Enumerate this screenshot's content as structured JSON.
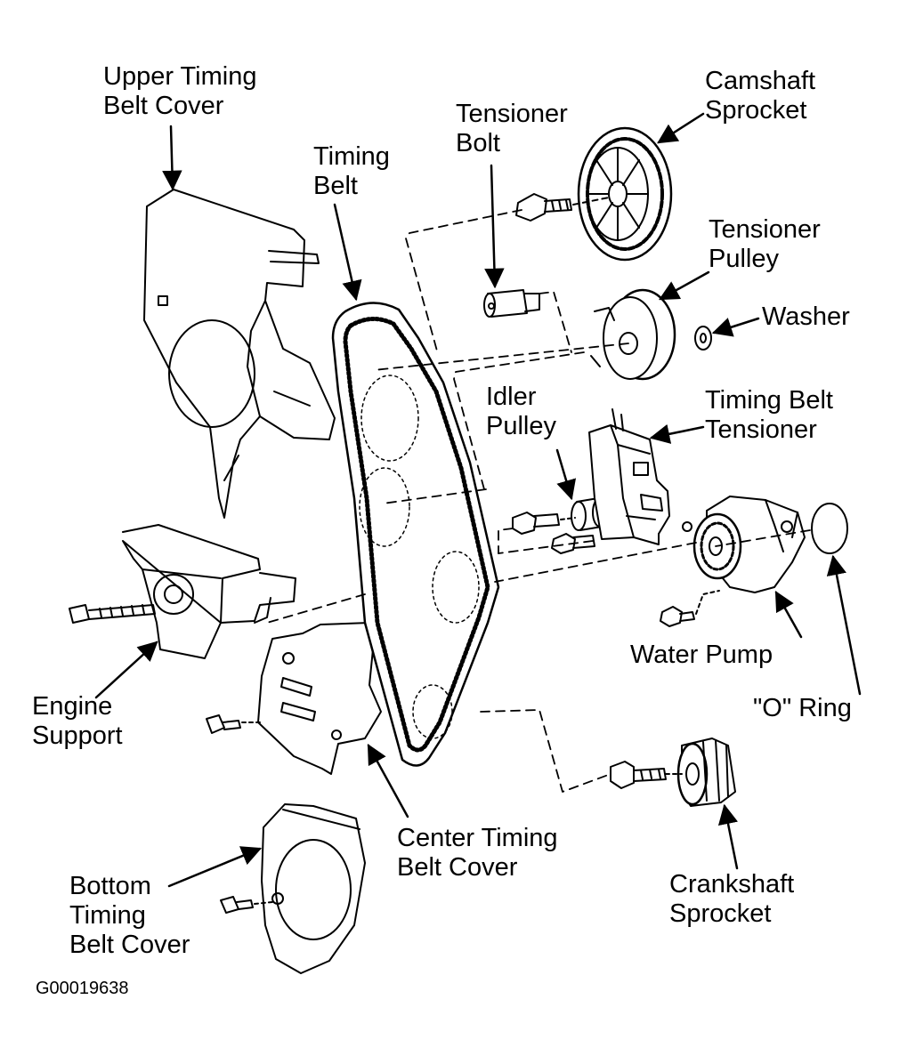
{
  "labels": {
    "upper_cover": [
      "Upper Timing",
      "Belt Cover"
    ],
    "timing_belt": [
      "Timing",
      "Belt"
    ],
    "tensioner_bolt": [
      "Tensioner",
      "Bolt"
    ],
    "camshaft_sprocket": [
      "Camshaft",
      "Sprocket"
    ],
    "tensioner_pulley": [
      "Tensioner",
      "Pulley"
    ],
    "washer": [
      "Washer"
    ],
    "idler_pulley": [
      "Idler",
      "Pulley"
    ],
    "belt_tensioner": [
      "Timing Belt",
      "Tensioner"
    ],
    "water_pump": [
      "Water Pump"
    ],
    "o_ring": [
      "\"O\" Ring"
    ],
    "engine_support": [
      "Engine",
      "Support"
    ],
    "center_cover": [
      "Center Timing",
      "Belt Cover"
    ],
    "crankshaft_sprocket": [
      "Crankshaft",
      "Sprocket"
    ],
    "bottom_cover": [
      "Bottom",
      "Timing",
      "Belt Cover"
    ]
  },
  "figure_code": "G00019638"
}
